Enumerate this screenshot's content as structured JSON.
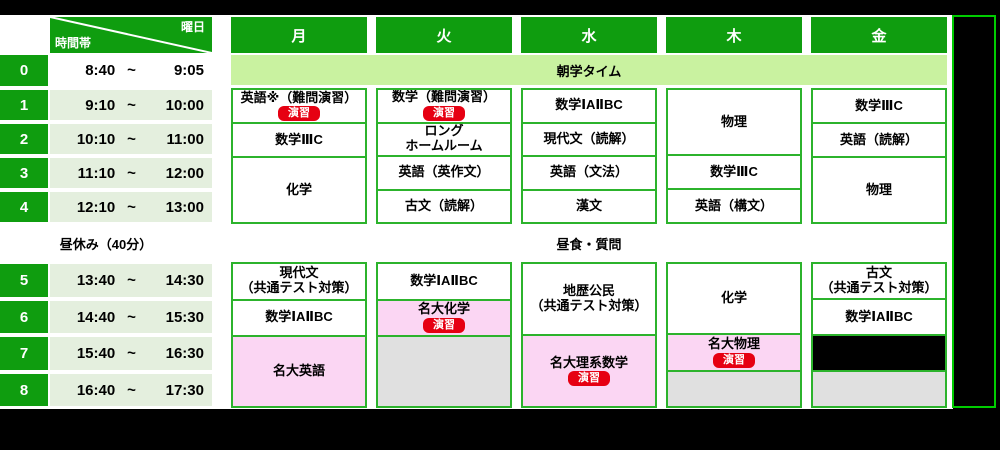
{
  "colors": {
    "header_green": "#0f9d0f",
    "band_green": "#c9f2a0",
    "time_cell_green": "#e4efde",
    "border_green": "#2cb32c",
    "bright_border_green": "#00cc00",
    "pink": "#fbd6f3",
    "gray": "#e0e0e0",
    "badge_red": "#e60012"
  },
  "corner": {
    "day_label": "曜日",
    "time_label": "時間帯"
  },
  "days": [
    "月",
    "火",
    "水",
    "木",
    "金"
  ],
  "periods": [
    {
      "no": "0",
      "start": "8:40",
      "sep": "~",
      "end": "9:05"
    },
    {
      "no": "1",
      "start": "9:10",
      "sep": "~",
      "end": "10:00"
    },
    {
      "no": "2",
      "start": "10:10",
      "sep": "~",
      "end": "11:00"
    },
    {
      "no": "3",
      "start": "11:10",
      "sep": "~",
      "end": "12:00"
    },
    {
      "no": "4",
      "start": "12:10",
      "sep": "~",
      "end": "13:00"
    },
    {
      "no": "5",
      "start": "13:40",
      "sep": "~",
      "end": "14:30"
    },
    {
      "no": "6",
      "start": "14:40",
      "sep": "~",
      "end": "15:30"
    },
    {
      "no": "7",
      "start": "15:40",
      "sep": "~",
      "end": "16:30"
    },
    {
      "no": "8",
      "start": "16:40",
      "sep": "~",
      "end": "17:30"
    }
  ],
  "morning_band_label": "朝学タイム",
  "lunch": {
    "left_label": "昼休み（40分）",
    "center_label": "昼食・質問"
  },
  "schedule": [
    {
      "day": "月",
      "morning": [
        {
          "lines": [
            "英語※（難問演習）"
          ],
          "badge": "演習",
          "span": 1,
          "bg": "white"
        },
        {
          "lines": [
            "数学ⅢC"
          ],
          "span": 1,
          "bg": "white"
        },
        {
          "lines": [
            "化学"
          ],
          "span": 2,
          "bg": "white"
        }
      ],
      "afternoon": [
        {
          "lines": [
            "現代文",
            "（共通テスト対策）"
          ],
          "span": 1,
          "bg": "white"
        },
        {
          "lines": [
            "数学ⅠAⅡBC"
          ],
          "span": 1,
          "bg": "white"
        },
        {
          "lines": [
            "名大英語"
          ],
          "span": 2,
          "bg": "pink"
        }
      ]
    },
    {
      "day": "火",
      "morning": [
        {
          "lines": [
            "数学（難問演習）"
          ],
          "badge": "演習",
          "span": 1,
          "bg": "white"
        },
        {
          "lines": [
            "ロング",
            "ホームルーム"
          ],
          "span": 1,
          "bg": "white"
        },
        {
          "lines": [
            "英語（英作文）"
          ],
          "span": 1,
          "bg": "white"
        },
        {
          "lines": [
            "古文（読解）"
          ],
          "span": 1,
          "bg": "white"
        }
      ],
      "afternoon": [
        {
          "lines": [
            "数学ⅠAⅡBC"
          ],
          "span": 1,
          "bg": "white"
        },
        {
          "lines": [
            "名大化学"
          ],
          "badge": "演習",
          "span": 1,
          "bg": "pink"
        },
        {
          "lines": [],
          "span": 2,
          "bg": "gray"
        }
      ]
    },
    {
      "day": "水",
      "morning": [
        {
          "lines": [
            "数学ⅠAⅡBC"
          ],
          "span": 1,
          "bg": "white"
        },
        {
          "lines": [
            "現代文（読解）"
          ],
          "span": 1,
          "bg": "white"
        },
        {
          "lines": [
            "英語（文法）"
          ],
          "span": 1,
          "bg": "white"
        },
        {
          "lines": [
            "漢文"
          ],
          "span": 1,
          "bg": "white"
        }
      ],
      "afternoon": [
        {
          "lines": [
            "地歴公民",
            "（共通テスト対策）"
          ],
          "span": 2,
          "bg": "white"
        },
        {
          "lines": [
            "名大理系数学"
          ],
          "badge": "演習",
          "span": 2,
          "bg": "pink"
        }
      ]
    },
    {
      "day": "木",
      "morning": [
        {
          "lines": [
            "物理"
          ],
          "span": 2,
          "bg": "white"
        },
        {
          "lines": [
            "数学ⅢC"
          ],
          "span": 1,
          "bg": "white"
        },
        {
          "lines": [
            "英語（構文）"
          ],
          "span": 1,
          "bg": "white"
        }
      ],
      "afternoon": [
        {
          "lines": [
            "化学"
          ],
          "span": 2,
          "bg": "white"
        },
        {
          "lines": [
            "名大物理"
          ],
          "badge": "演習",
          "span": 1,
          "bg": "pink"
        },
        {
          "lines": [],
          "span": 1,
          "bg": "gray"
        }
      ]
    },
    {
      "day": "金",
      "morning": [
        {
          "lines": [
            "数学ⅢC"
          ],
          "span": 1,
          "bg": "white"
        },
        {
          "lines": [
            "英語（読解）"
          ],
          "span": 1,
          "bg": "white"
        },
        {
          "lines": [
            "物理"
          ],
          "span": 2,
          "bg": "white"
        }
      ],
      "afternoon": [
        {
          "lines": [
            "古文",
            "（共通テスト対策）"
          ],
          "span": 1,
          "bg": "white"
        },
        {
          "lines": [
            "数学ⅠAⅡBC"
          ],
          "span": 1,
          "bg": "white"
        },
        {
          "lines": [],
          "span": 1,
          "bg": "black"
        },
        {
          "lines": [],
          "span": 1,
          "bg": "gray"
        }
      ]
    }
  ]
}
